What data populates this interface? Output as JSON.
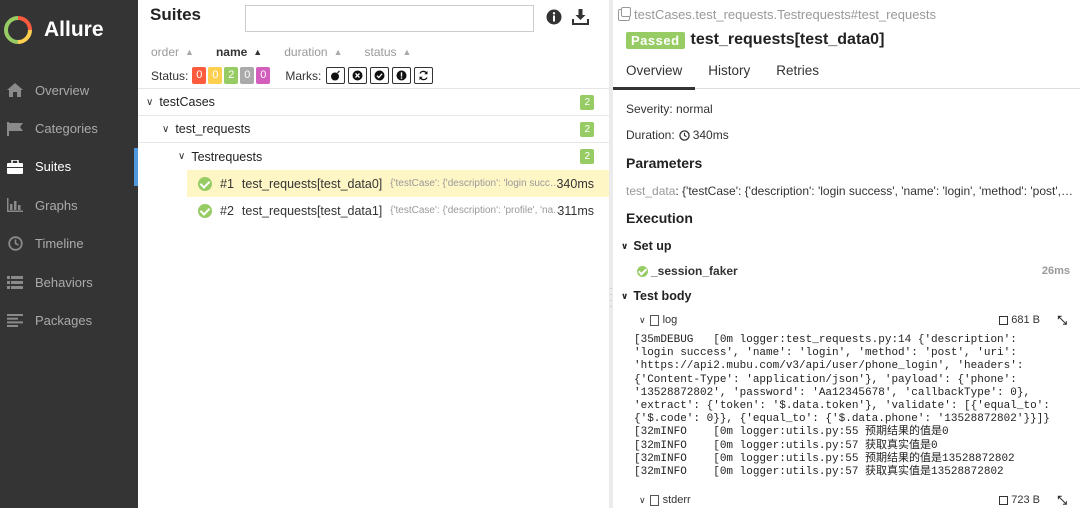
{
  "sidebar": {
    "brand": "Allure",
    "items": [
      {
        "label": "Overview",
        "icon": "home-icon"
      },
      {
        "label": "Categories",
        "icon": "flag-icon"
      },
      {
        "label": "Suites",
        "icon": "briefcase-icon",
        "active": true
      },
      {
        "label": "Graphs",
        "icon": "bar-chart-icon"
      },
      {
        "label": "Timeline",
        "icon": "clock-icon"
      },
      {
        "label": "Behaviors",
        "icon": "list-icon"
      },
      {
        "label": "Packages",
        "icon": "align-left-icon"
      }
    ]
  },
  "suites": {
    "title": "Suites",
    "search_value": "",
    "sort": [
      {
        "label": "order",
        "active": false
      },
      {
        "label": "name",
        "active": true
      },
      {
        "label": "duration",
        "active": false
      },
      {
        "label": "status",
        "active": false
      }
    ],
    "status_label": "Status:",
    "status_counts": [
      {
        "value": "0",
        "color": "#fd5a3e"
      },
      {
        "value": "0",
        "color": "#ffd050"
      },
      {
        "value": "2",
        "color": "#97cc64"
      },
      {
        "value": "0",
        "color": "#aaaaaa"
      },
      {
        "value": "0",
        "color": "#d35ebe"
      }
    ],
    "marks_label": "Marks:",
    "tree": {
      "root": {
        "label": "testCases",
        "count": "2"
      },
      "module": {
        "label": "test_requests",
        "count": "2"
      },
      "class": {
        "label": "Testrequests",
        "count": "2"
      },
      "tests": [
        {
          "num": "#1",
          "name": "test_requests[test_data0]",
          "params": "{'testCase': {'description': 'login succe...",
          "duration": "340ms",
          "selected": true
        },
        {
          "num": "#2",
          "name": "test_requests[test_data1]",
          "params": "{'testCase': {'description': 'profile', 'na...",
          "duration": "311ms",
          "selected": false
        }
      ]
    }
  },
  "detail": {
    "breadcrumb": "testCases.test_requests.Testrequests#test_requests",
    "status_badge": "Passed",
    "title": "test_requests[test_data0]",
    "tabs": [
      "Overview",
      "History",
      "Retries"
    ],
    "severity": "Severity: normal",
    "duration_label": "Duration:",
    "duration_value": "340ms",
    "parameters_title": "Parameters",
    "param_name": "test_data",
    "param_value": ": {'testCase': {'description': 'login success', 'name': 'login', 'method': 'post', 'u...",
    "execution_title": "Execution",
    "setup_label": "Set up",
    "fixture_name": "_session_faker",
    "fixture_duration": "26ms",
    "test_body_label": "Test body",
    "log_attachment": {
      "name": "log",
      "size": "681 B"
    },
    "stderr_attachment": {
      "name": "stderr",
      "size": "723 B"
    },
    "log_text": "[35mDEBUG   [0m logger:test_requests.py:14 {'description':\n'login success', 'name': 'login', 'method': 'post', 'uri':\n'https://api2.mubu.com/v3/api/user/phone_login', 'headers':\n{'Content-Type': 'application/json'}, 'payload': {'phone':\n'13528872802', 'password': 'Aa12345678', 'callbackType': 0},\n'extract': {'token': '$.data.token'}, 'validate': [{'equal_to':\n{'$.code': 0}}, {'equal_to': {'$.data.phone': '13528872802'}}]}\n[32mINFO    [0m logger:utils.py:55 预期结果的值是0\n[32mINFO    [0m logger:utils.py:57 获取真实值是0\n[32mINFO    [0m logger:utils.py:55 预期结果的值是13528872802\n[32mINFO    [0m logger:utils.py:57 获取真实值是13528872802"
  }
}
